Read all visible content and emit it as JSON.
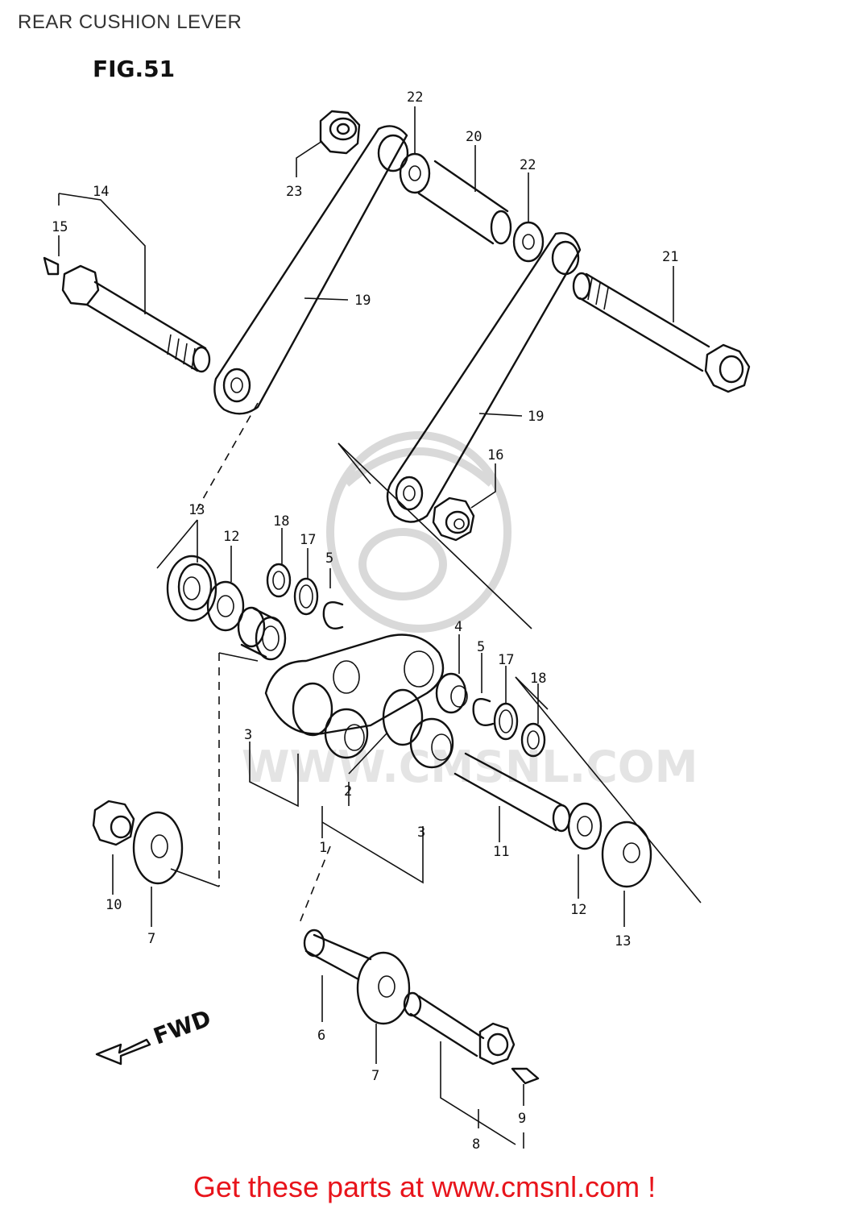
{
  "header": {
    "title": "REAR CUSHION LEVER",
    "figure_label": "FIG.51"
  },
  "footer": {
    "cta": "Get these parts at www.cmsnl.com !"
  },
  "watermark": {
    "text": "WWW.CMSNL.COM"
  },
  "direction_label": "FWD",
  "callouts": {
    "c1": "1",
    "c2": "2",
    "c3a": "3",
    "c3b": "3",
    "c4": "4",
    "c5a": "5",
    "c5b": "5",
    "c6": "6",
    "c7a": "7",
    "c7b": "7",
    "c8": "8",
    "c9": "9",
    "c10": "10",
    "c11": "11",
    "c12a": "12",
    "c12b": "12",
    "c13a": "13",
    "c13b": "13",
    "c14": "14",
    "c15": "15",
    "c16": "16",
    "c17a": "17",
    "c17b": "17",
    "c18a": "18",
    "c18b": "18",
    "c19a": "19",
    "c19b": "19",
    "c20": "20",
    "c21": "21",
    "c22a": "22",
    "c22b": "22",
    "c23": "23"
  },
  "colors": {
    "footer_text": "#e8141b",
    "line_art": "#111111",
    "watermark": "#d9d9d9"
  }
}
